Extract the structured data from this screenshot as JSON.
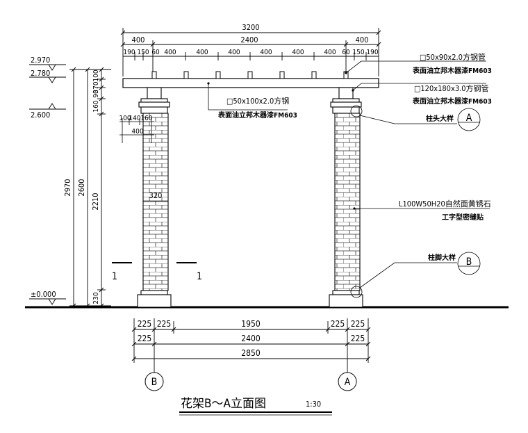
{
  "dims": {
    "top_total": "3200",
    "top_left": "400",
    "top_mid": "2400",
    "top_right": "400",
    "seg": [
      "190",
      "150",
      "60",
      "400",
      "400",
      "400",
      "400",
      "400",
      "400",
      "60",
      "150",
      "190"
    ],
    "bottom_row1": [
      "225",
      "225",
      "1950",
      "225",
      "225"
    ],
    "bottom_row2": [
      "225",
      "2400",
      "225"
    ],
    "bottom_row3": "2850",
    "vert_outer": "2970",
    "vert_mid": "2600",
    "vert_inner": [
      "370",
      "100",
      "90",
      "160",
      "2210",
      "230"
    ],
    "col_small": [
      "100",
      "140",
      "160"
    ],
    "col_400": "400",
    "col_320": "320"
  },
  "levels": [
    "2.970",
    "2.780",
    "2.600",
    "±0.000"
  ],
  "annotations": {
    "pipe1": "□50x90x2.0方钢管",
    "pipe1_note": "表面油立邦木器漆FM603",
    "pipe2": "□120x180x3.0方钢管",
    "pipe2_note": "表面油立邦木器漆FM603",
    "beam": "□50x100x2.0方钢",
    "beam_note": "表面油立邦木器漆FM603",
    "capital": "柱头大样",
    "stone": "L100W50H20自然面黄锈石",
    "stone_note": "工字型密缝贴",
    "base": "柱脚大样"
  },
  "detail_labels": [
    "A",
    "B"
  ],
  "section_mark": "1",
  "grid_labels": [
    "B",
    "A"
  ],
  "title": {
    "text": "花架B～A立面图",
    "scale": "1:30"
  }
}
